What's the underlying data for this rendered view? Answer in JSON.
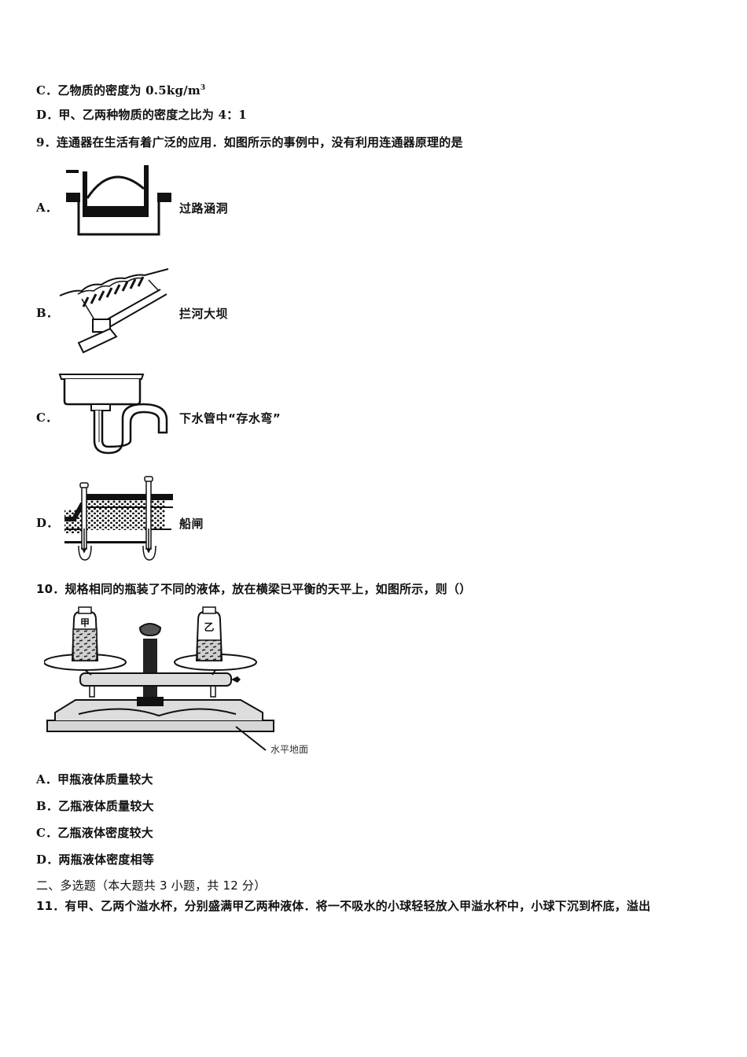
{
  "q8": {
    "option_c": {
      "letter": "C．",
      "text": "乙物质的密度为 0.5kg/m",
      "sup": "3"
    },
    "option_d": {
      "letter": "D．",
      "text": "甲、乙两种物质的密度之比为 4：1"
    }
  },
  "q9": {
    "stem": "9．连通器在生活有着广泛的应用．如图所示的事例中，没有利用连通器原理的是",
    "options": [
      {
        "letter": "A．",
        "label": "过路涵洞",
        "figure": "culvert-figure"
      },
      {
        "letter": "B．",
        "label": "拦河大坝",
        "figure": "dam-figure"
      },
      {
        "letter": "C．",
        "label": "下水管中“存水弯”",
        "figure": "drain-trap-figure"
      },
      {
        "letter": "D．",
        "label": "船闸",
        "figure": "ship-lock-figure"
      }
    ]
  },
  "q10": {
    "stem": "10．规格相同的瓶装了不同的液体，放在横梁已平衡的天平上，如图所示，则（）",
    "figure": {
      "left_bottle_label": "甲",
      "right_bottle_label": "乙",
      "ground_caption": "水平地面"
    },
    "options": [
      {
        "letter": "A．",
        "text": "甲瓶液体质量较大"
      },
      {
        "letter": "B．",
        "text": "乙瓶液体质量较大"
      },
      {
        "letter": "C．",
        "text": "乙瓶液体密度较大"
      },
      {
        "letter": "D．",
        "text": "两瓶液体密度相等"
      }
    ]
  },
  "section2": {
    "heading": "二、多选题（本大题共 3 小题，共 12 分）"
  },
  "q11": {
    "stem": "11．有甲、乙两个溢水杯，分别盛满甲乙两种液体．将一不吸水的小球轻轻放入甲溢水杯中，小球下沉到杯底，溢出"
  }
}
